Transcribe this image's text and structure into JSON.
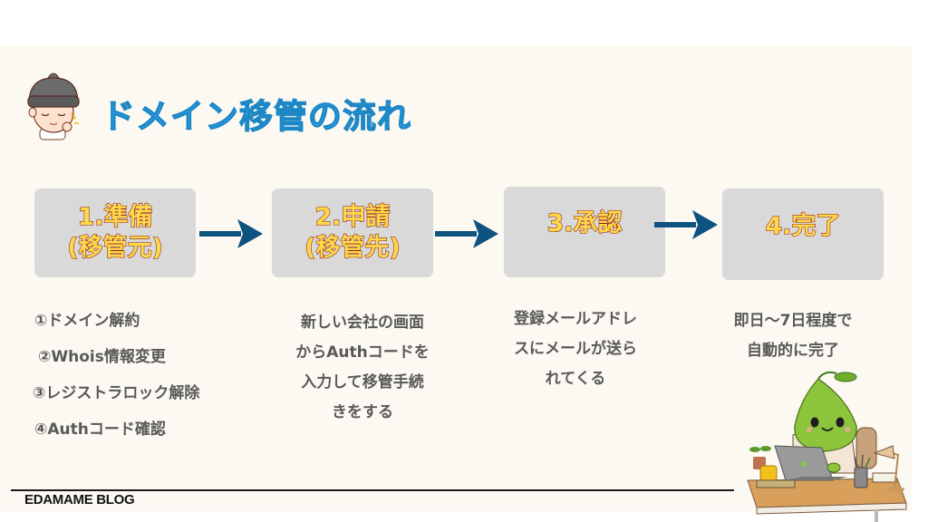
{
  "title": "ドメイン移管の流れ",
  "steps": [
    {
      "label": "1.準備\n(移管元)"
    },
    {
      "label": "2.申請\n(移管先)"
    },
    {
      "label": "3.承認"
    },
    {
      "label": "4.完了"
    }
  ],
  "step1_items": [
    "①ドメイン解約",
    "②Whois情報変更",
    "③レジストラロック解除",
    "④Authコード確認"
  ],
  "step2_desc": [
    "新しい会社の画面",
    "からAuthコードを",
    "入力して移管手続",
    "きをする"
  ],
  "step3_desc": [
    "登録メールアドレ",
    "スにメールが送ら",
    "れてくる"
  ],
  "step4_desc": [
    "即日〜7日程度で",
    "自動的に完了"
  ],
  "footer": {
    "brand": "EDAMAME BLOG"
  },
  "colors": {
    "title": "#2ea9f2",
    "step_box": "#d9d9d9",
    "step_text": "#ffd84a",
    "step_outline": "#8a1c1c",
    "arrow": "#0e527f",
    "panel": "#fcf9f3"
  },
  "icons": {
    "arrow": "arrow-right-icon",
    "avatar": "beanie-boy-avatar",
    "mascot": "edamame-mascot"
  }
}
